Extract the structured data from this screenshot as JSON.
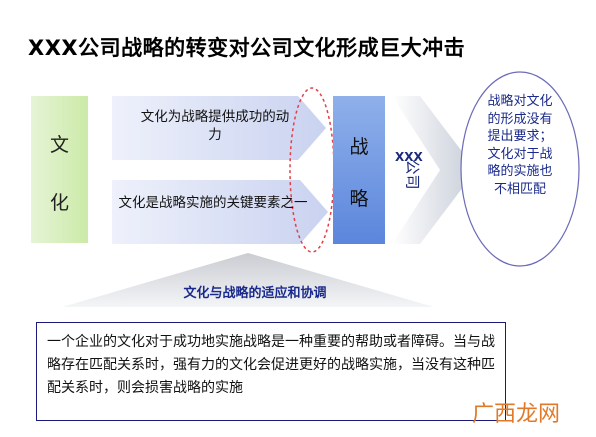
{
  "title": "XXX公司战略的转变对公司文化形成巨大冲击",
  "culture": {
    "char1": "文",
    "char2": "化"
  },
  "arrows": {
    "top_text": "文化为战略提供成功的动力",
    "bottom_text": "文化是战略实施的关键要素之一"
  },
  "strategy": {
    "char1": "战",
    "char2": "略"
  },
  "company": {
    "name": "XXX",
    "sub": "公司"
  },
  "ellipse_text": "战略对文化的形成没有提出要求；文化对于战略的实施也不相匹配",
  "triangle_label": "文化与战略的适应和协调",
  "bottom_text": "一个企业的文化对于成功地实施战略是一种重要的帮助或者障碍。当与战略存在匹配关系时，强有力的文化会促进更好的战略实施，当没有这种匹配关系时，则会损害战略的实施",
  "watermark": "广西龙网",
  "colors": {
    "culture_green": "#cbeaa8",
    "strategy_blue": "#5b86dc",
    "arrow_lavender": "#d7ddf4",
    "ellipse_red": "#e0404a",
    "dark_blue_text": "#1a2a8c"
  }
}
